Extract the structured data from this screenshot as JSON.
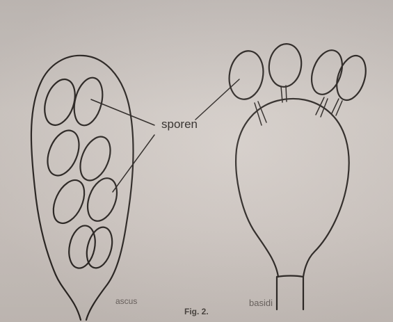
{
  "labels": {
    "sporen": "sporen",
    "ascus": "ascus",
    "basidi": "basidi",
    "figure_caption": "Fig. 2."
  }
}
